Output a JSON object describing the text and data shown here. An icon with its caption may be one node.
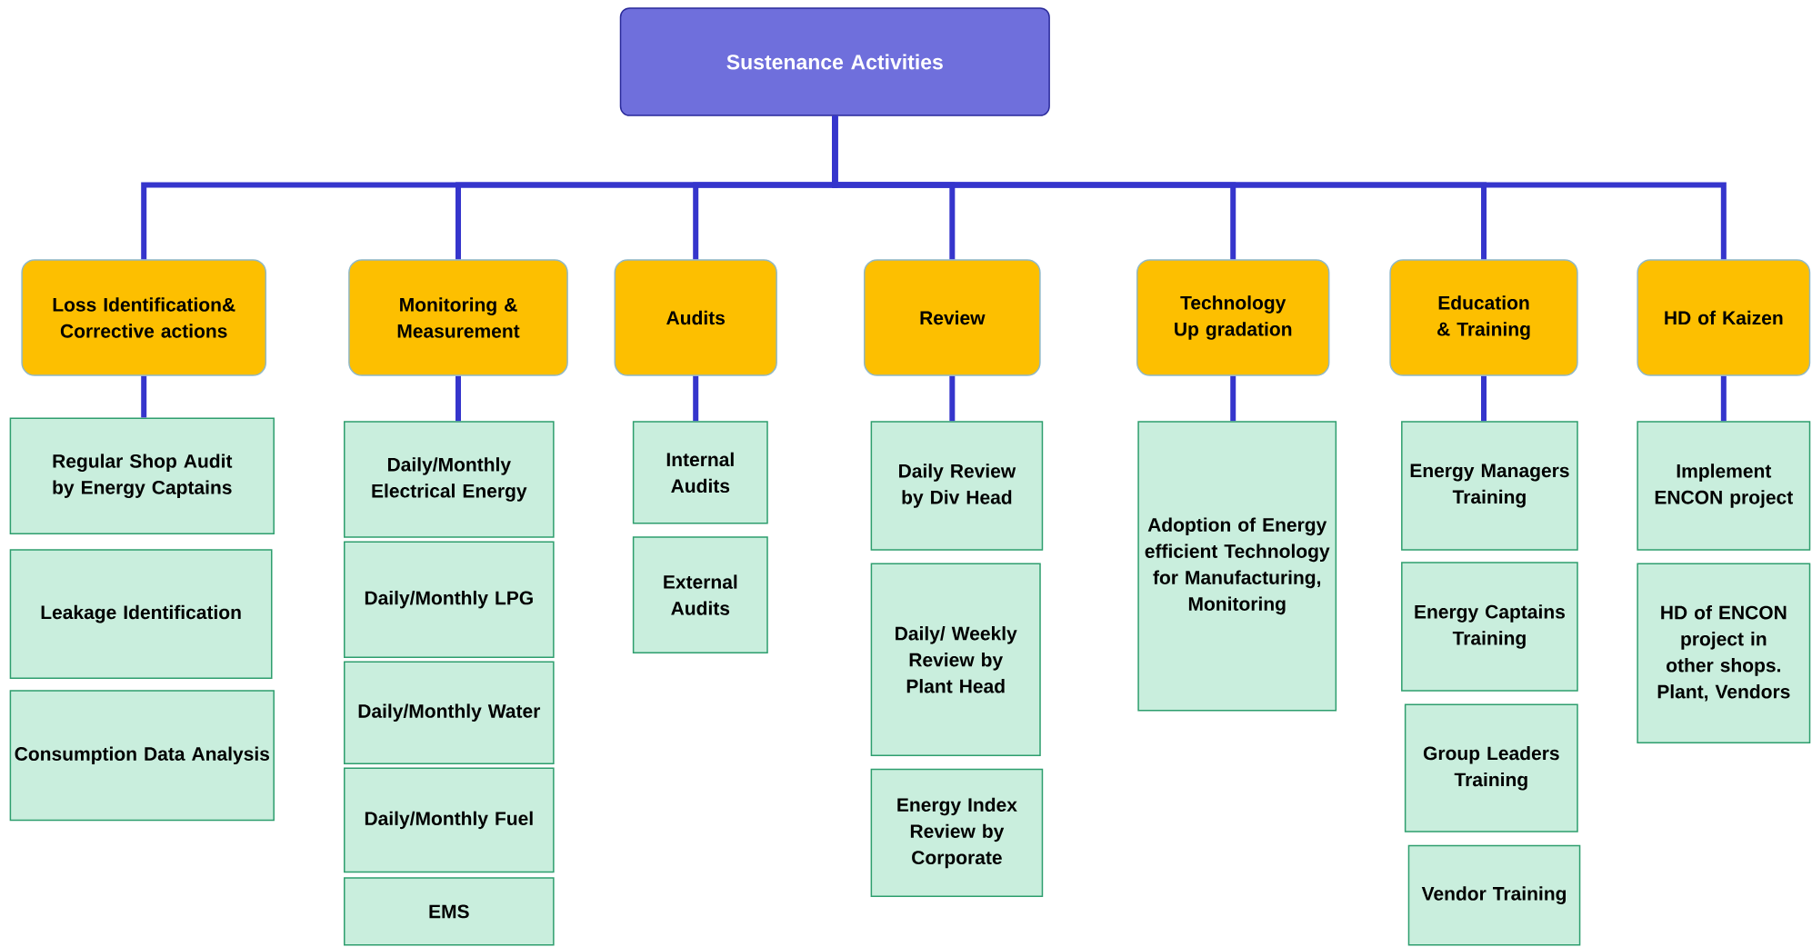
{
  "diagram": {
    "nodes": [
      {
        "text": [
          "Sustenance Activities"
        ]
      },
      {
        "text": [
          "Loss Identification& Corrective actions"
        ]
      },
      {
        "text": [
          "Monitoring & Measurement"
        ]
      },
      {
        "text": [
          "Audits"
        ]
      },
      {
        "text": [
          "Review"
        ]
      },
      {
        "text": [
          "Technology Up gradation"
        ]
      },
      {
        "text": [
          "Education & Training"
        ]
      },
      {
        "text": [
          "HD of Kaizen"
        ]
      },
      {
        "text": [
          "Regular Shop Audit by Energy Captains"
        ]
      },
      {
        "text": [
          "Leakage Identification"
        ]
      },
      {
        "text": [
          "Consumption Data Analysis"
        ]
      },
      {
        "text": [
          "Daily/Monthly Electrical Energy"
        ]
      },
      {
        "text": [
          "Daily/Monthly LPG"
        ]
      },
      {
        "text": [
          "Daily/Monthly Water"
        ]
      },
      {
        "text": [
          "Daily/Monthly Fuel"
        ]
      },
      {
        "text": [
          "EMS"
        ]
      },
      {
        "text": [
          "Internal Audits"
        ]
      },
      {
        "text": [
          "External Audits"
        ]
      },
      {
        "text": [
          "Daily Review by Div Head"
        ]
      },
      {
        "text": [
          "Daily/ Weekly Review by Plant Head"
        ]
      },
      {
        "text": [
          "Energy Index Review by Corporate"
        ]
      },
      {
        "text": [
          "Adoption of Energy efficient Technology for Manufacturing, Monitoring"
        ]
      },
      {
        "text": [
          "Energy Managers Training"
        ]
      },
      {
        "text": [
          "Energy Captains Training"
        ]
      },
      {
        "text": [
          "Group Leaders Training"
        ]
      },
      {
        "text": [
          "Vendor Training"
        ]
      },
      {
        "text": [
          "Implement ENCON project"
        ]
      },
      {
        "text": [
          "HD of ENCON project in other shops. Plant, Vendors"
        ]
      }
    ],
    "edges": [
      {
        "from": 0,
        "to": 1,
        "arrow": "none"
      },
      {
        "from": 0,
        "to": 2,
        "arrow": "none"
      },
      {
        "from": 0,
        "to": 3,
        "arrow": "none"
      },
      {
        "from": 0,
        "to": 4,
        "arrow": "none"
      },
      {
        "from": 0,
        "to": 5,
        "arrow": "none"
      },
      {
        "from": 0,
        "to": 6,
        "arrow": "none"
      },
      {
        "from": 0,
        "to": 7,
        "arrow": "none"
      },
      {
        "from": 1,
        "to": 8,
        "arrow": "none"
      },
      {
        "from": 2,
        "to": 11,
        "arrow": "none"
      },
      {
        "from": 3,
        "to": 16,
        "arrow": "none"
      },
      {
        "from": 4,
        "to": 18,
        "arrow": "none"
      },
      {
        "from": 5,
        "to": 21,
        "arrow": "none"
      },
      {
        "from": 6,
        "to": 22,
        "arrow": "none"
      },
      {
        "from": 7,
        "to": 26,
        "arrow": "none"
      }
    ]
  }
}
